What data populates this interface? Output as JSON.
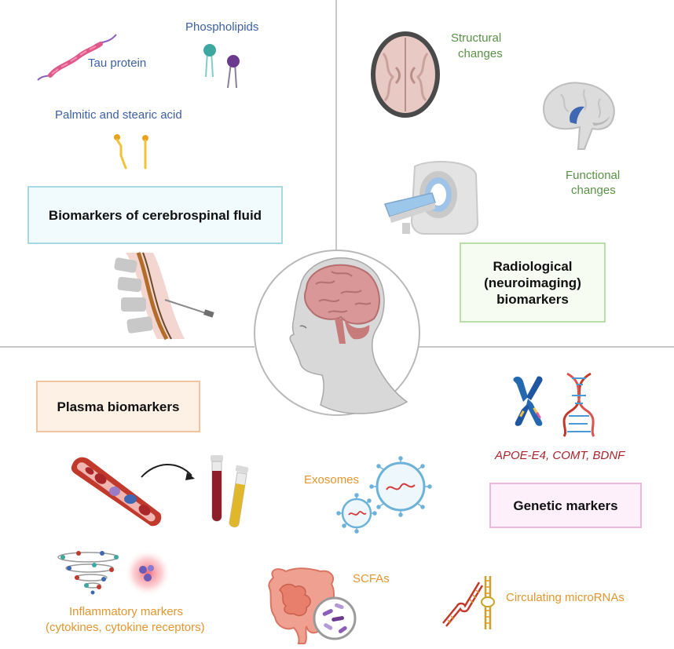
{
  "quadrants": {
    "csf": {
      "title": "Biomarkers of cerebrospinal fluid",
      "tau_label": "Tau protein",
      "phospholipids_label": "Phospholipids",
      "fatty_acid_label": "Palmitic and stearic acid",
      "accent": "#3d5fa6",
      "box_border": "#a9d8e2",
      "box_fill": "#f1fbfd"
    },
    "radiological": {
      "title_line1": "Radiological",
      "title_line2": "(neuroimaging)",
      "title_line3": "biomarkers",
      "structural_line1": "Structural",
      "structural_line2": "changes",
      "functional_line1": "Functional",
      "functional_line2": "changes",
      "accent": "#5a9147",
      "box_border": "#b9dfa9",
      "box_fill": "#f6fcf2"
    },
    "plasma": {
      "title": "Plasma biomarkers",
      "exosomes_label": "Exosomes",
      "scfas_label": "SCFAs",
      "inflammatory_line1": "Inflammatory markers",
      "inflammatory_line2": "(cytokines, cytokine receptors)",
      "accent": "#e3962f",
      "box_border": "#f0c49c",
      "box_fill": "#fdf1e6"
    },
    "genetic": {
      "title": "Genetic markers",
      "genes_label": "APOE-E4, COMT, BDNF",
      "micro_label": "Circulating microRNAs",
      "accent": "#a8232b",
      "box_border": "#ecb7dc",
      "box_fill": "#fdf0fa"
    }
  }
}
